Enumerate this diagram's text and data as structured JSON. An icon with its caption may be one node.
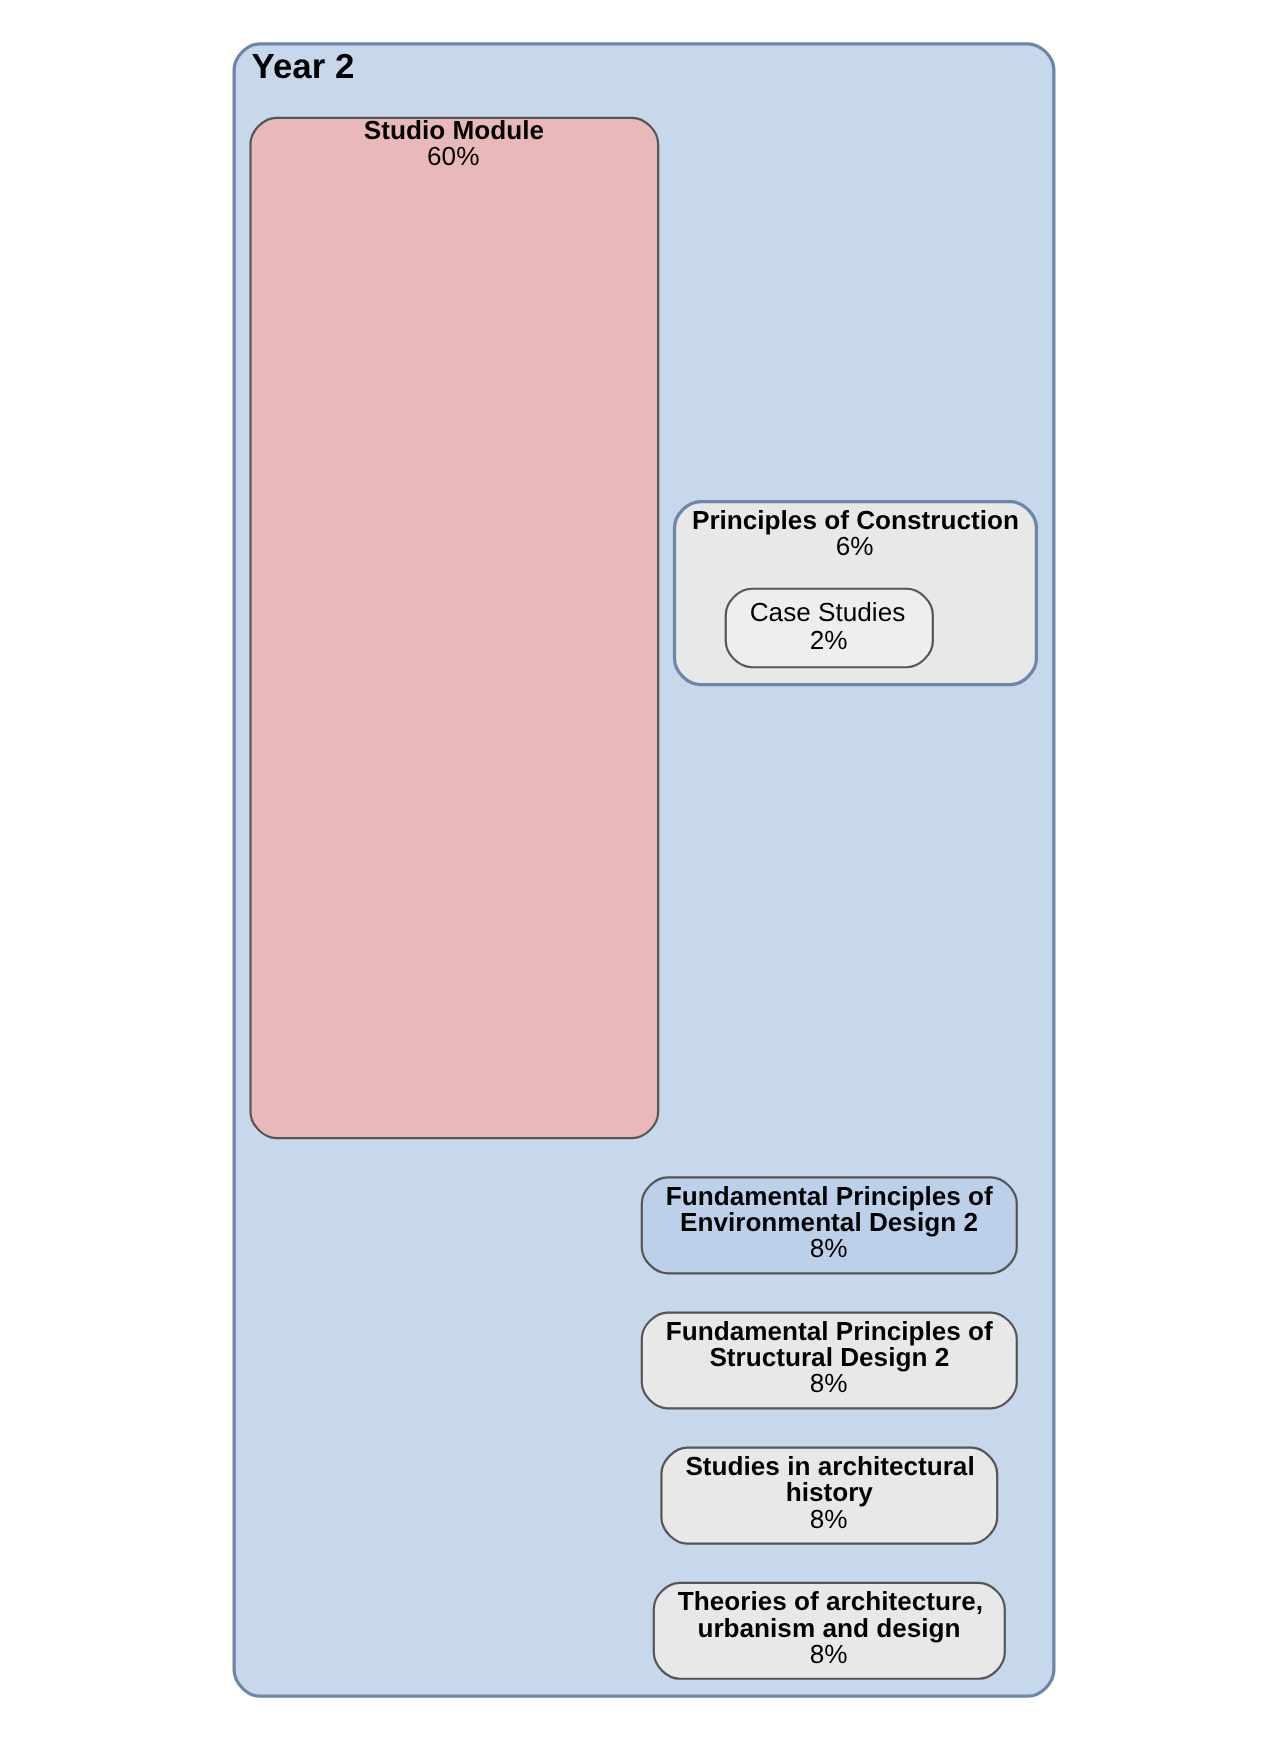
{
  "diagram": {
    "nodes": [
      {
        "text": [
          "Year 2"
        ]
      },
      {
        "text": [
          "Studio Module",
          "60%"
        ],
        "in": 0
      },
      {
        "text": [
          "Principles of Construction",
          "6%"
        ],
        "in": 0
      },
      {
        "text": [
          "Case Studies",
          "2%"
        ],
        "in": 2
      },
      {
        "text": [
          "Fundamental Principles of Environmental Design 2",
          "8%"
        ],
        "in": 0
      },
      {
        "text": [
          "Fundamental Principles of Structural Design 2",
          "8%"
        ],
        "in": 0
      },
      {
        "text": [
          "Studies in architectural history",
          "8%"
        ],
        "in": 0
      },
      {
        "text": [
          "Theories of architecture, urbanism and design",
          "8%"
        ],
        "in": 0
      }
    ],
    "edges": []
  }
}
